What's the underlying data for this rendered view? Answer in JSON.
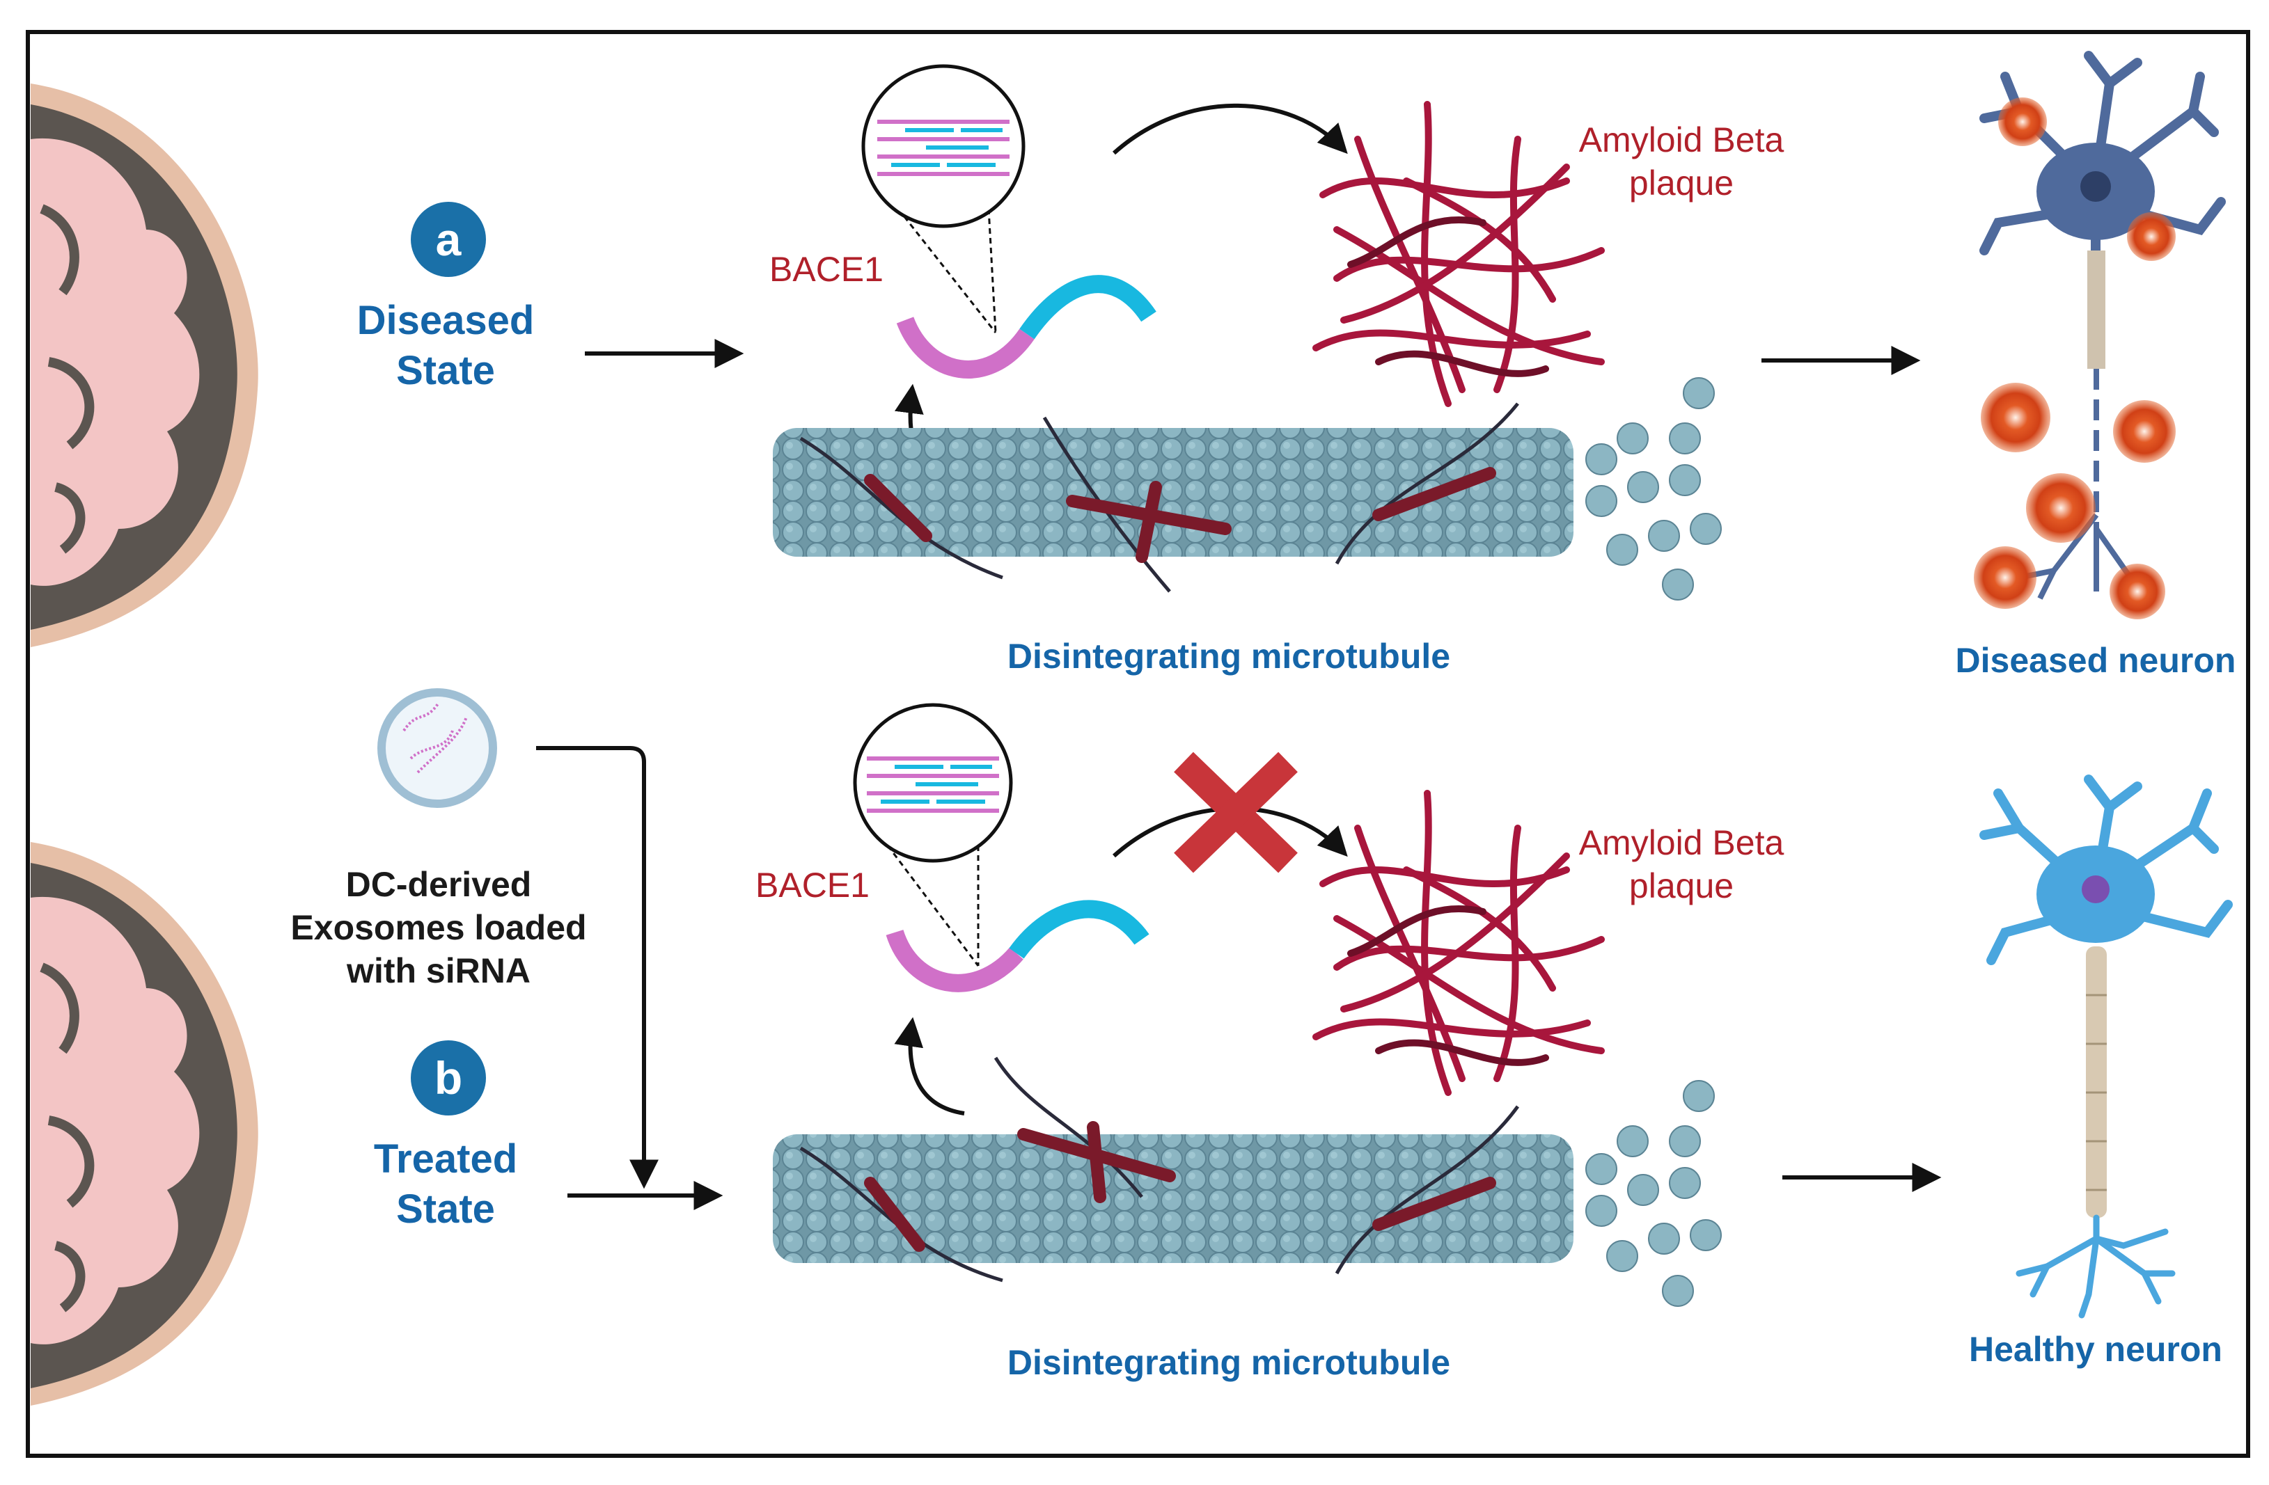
{
  "panel_a": {
    "badge": "a",
    "state_line1": "Diseased",
    "state_line2": "State",
    "bace_label": "BACE1",
    "plaque_line1": "Amyloid Beta",
    "plaque_line2": "plaque",
    "microtubule_label": "Disintegrating microtubule",
    "neuron_label": "Diseased neuron"
  },
  "panel_b": {
    "badge": "b",
    "state_line1": "Treated",
    "state_line2": "State",
    "exosome_line1": "DC-derived",
    "exosome_line2": "Exosomes loaded",
    "exosome_line3": "with siRNA",
    "bace_label": "BACE1",
    "plaque_line1": "Amyloid Beta",
    "plaque_line2": "plaque",
    "microtubule_label": "Disintegrating microtubule",
    "neuron_label": "Healthy neuron"
  },
  "colors": {
    "label_blue": "#1565a8",
    "label_red": "#b0202a",
    "badge_blue": "#1a70a8",
    "plaque": "#a8163c",
    "microtubule": "#7fa9b7",
    "mrna_pink": "#d070c8",
    "mrna_cyan": "#18b8e0",
    "diseased_neuron": "#4f6a9c",
    "healthy_neuron": "#4aa6de",
    "block_cross": "#c8353a",
    "brain_tissue": "#f3c5c5",
    "brain_outer": "#e6bfa7",
    "brain_gray": "#5b5550"
  },
  "icons": [
    "brain-section-icon",
    "microtubule-icon",
    "mrna-icon",
    "magnifier-icon",
    "plaque-icon",
    "neuron-icon",
    "exosome-icon",
    "block-cross-icon",
    "arrow-icon"
  ]
}
